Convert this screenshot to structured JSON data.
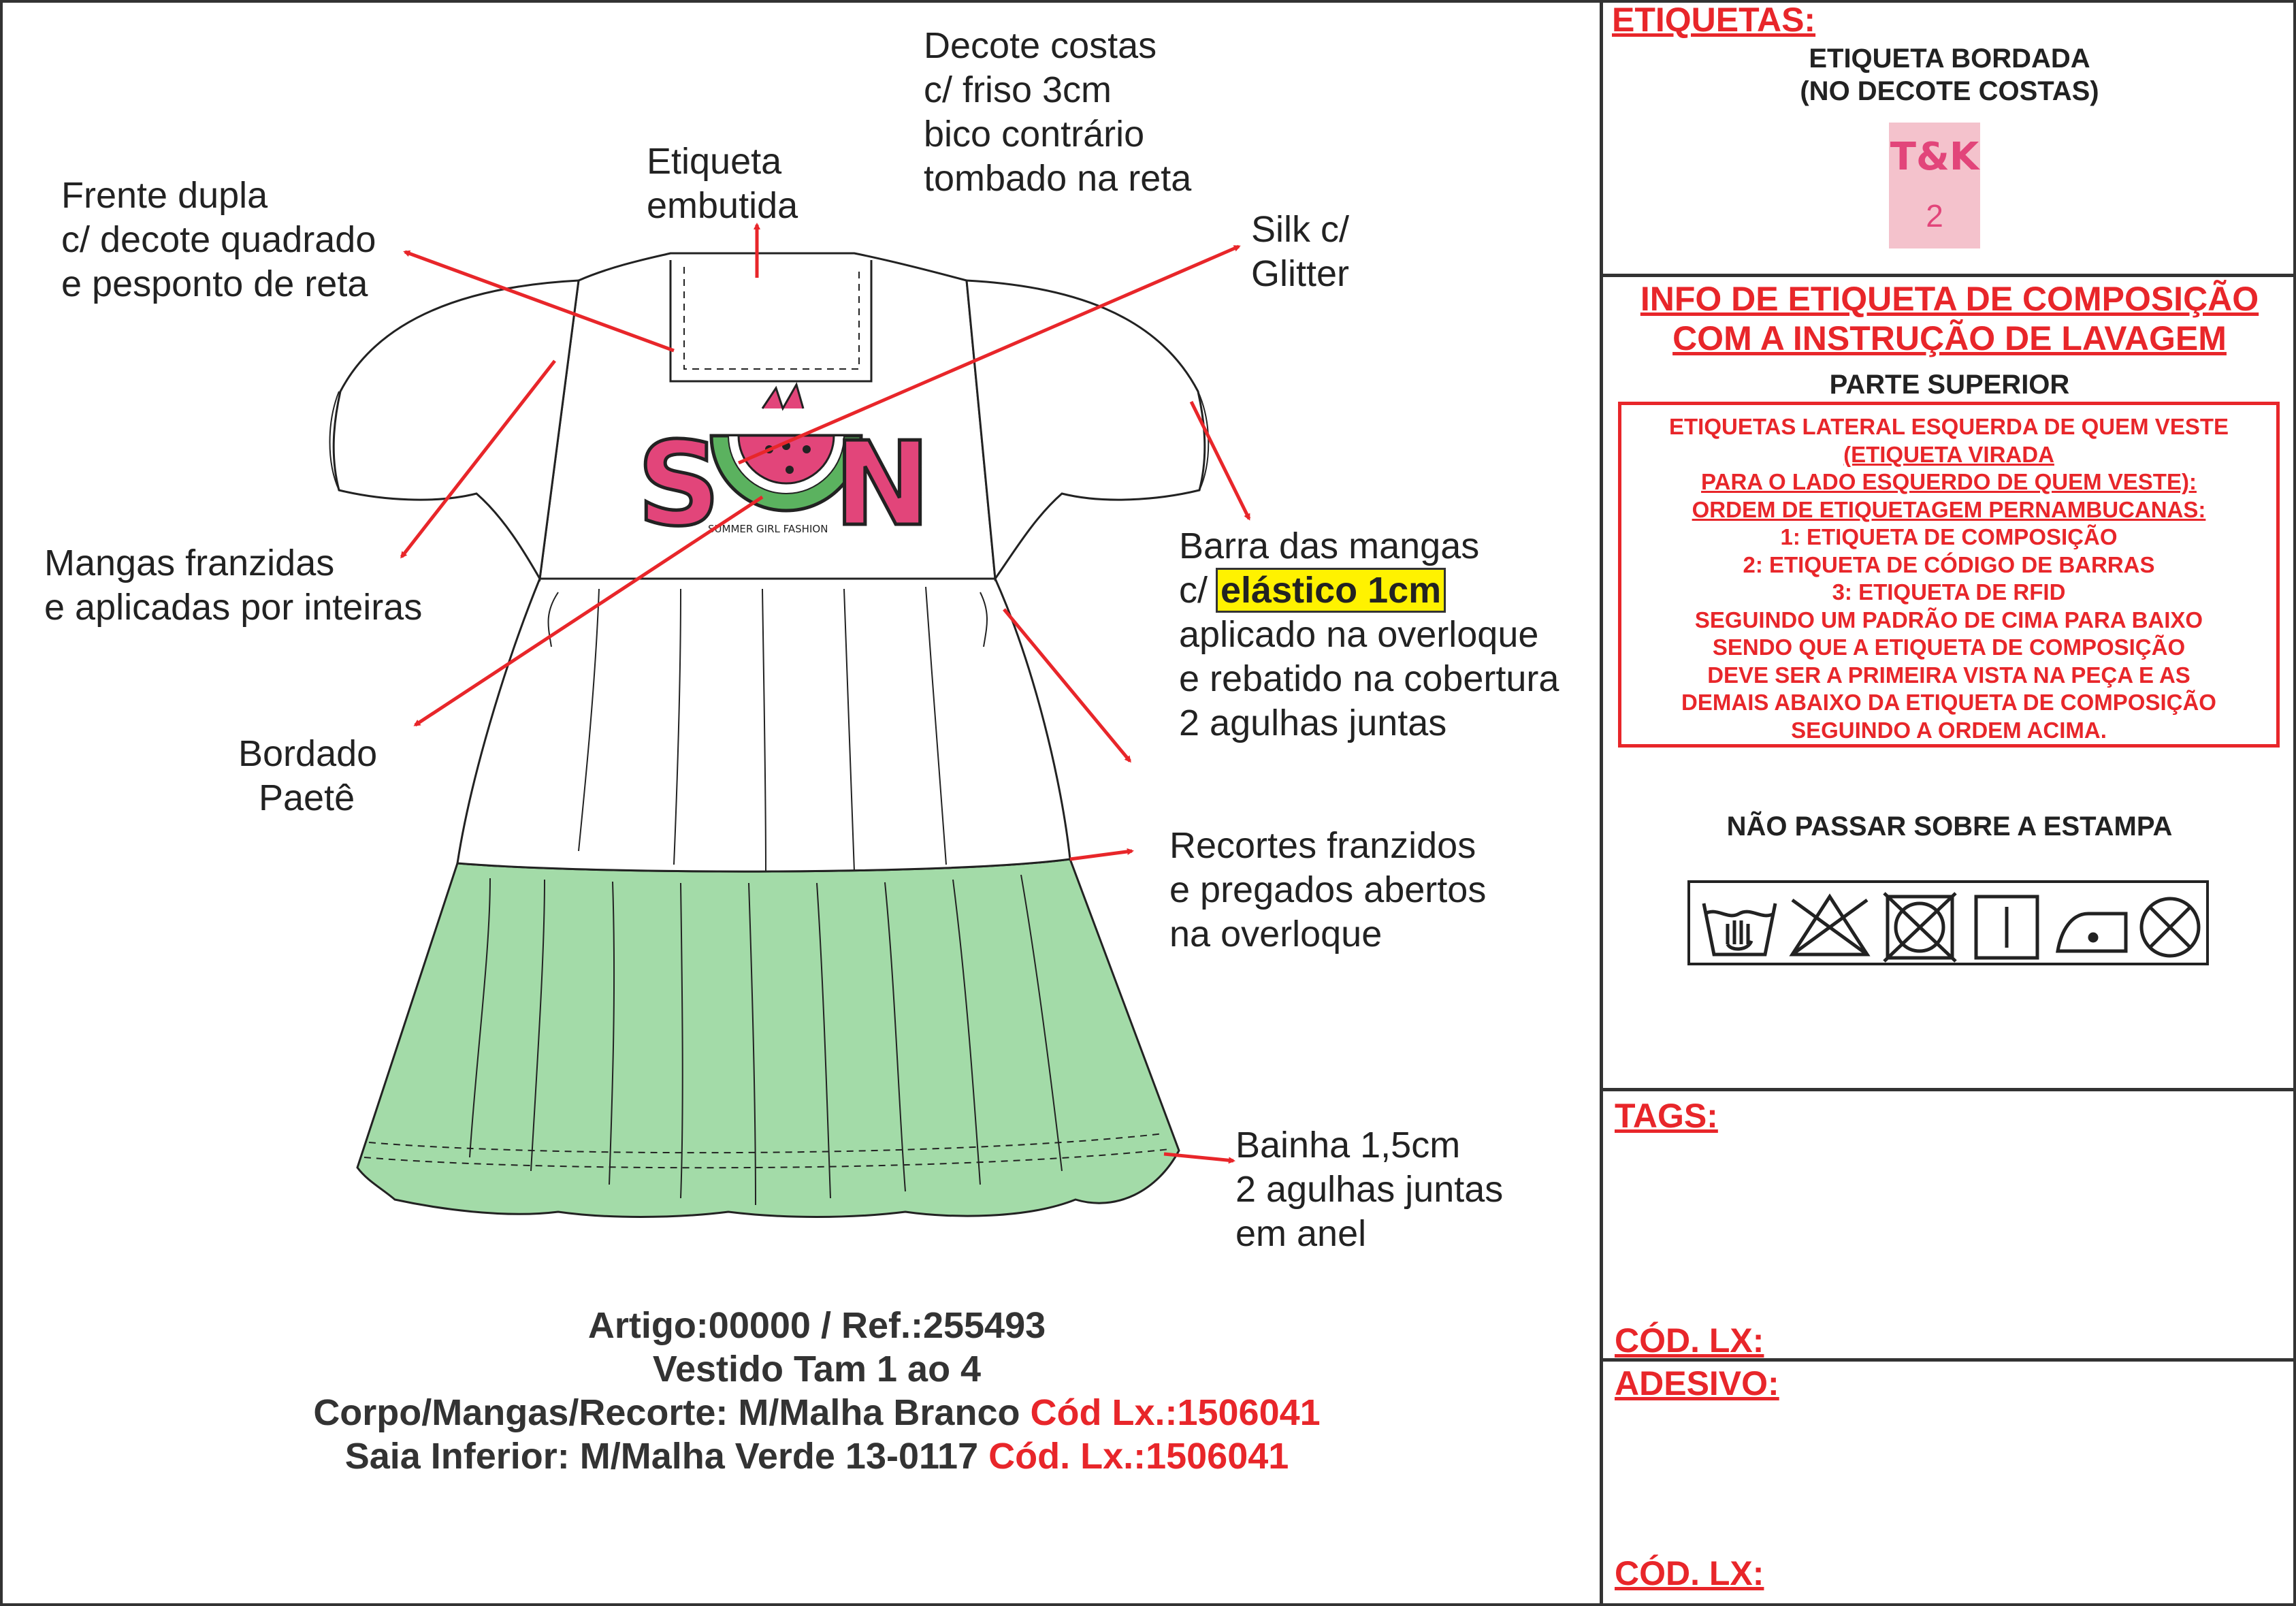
{
  "annotations": {
    "decote_costas": "Decote costas\nc/ friso 3cm\nbico contrário\ntombado na reta",
    "etiqueta_embutida": "Etiqueta\nembutida",
    "frente_dupla": "Frente dupla\nc/ decote quadrado\ne pesponto de reta",
    "silk": "Silk c/\nGlitter",
    "mangas": "Mangas franzidas\ne aplicadas por inteiras",
    "barra_line1": "Barra das mangas",
    "barra_prefix": "c/ ",
    "barra_highlight": "elástico 1cm",
    "barra_rest": "aplicado na overloque\ne rebatido na cobertura\n2 agulhas juntas",
    "bordado": "Bordado\n  Paetê",
    "recortes": "Recortes franzidos\ne pregados abertos\nna overloque",
    "bainha": "Bainha 1,5cm\n2 agulhas juntas\nem anel"
  },
  "print": {
    "word_s": "S",
    "word_n": "N",
    "tagline": "SUMMER GIRL FASHION"
  },
  "bottom": {
    "artigo": "Artigo:00000 / Ref.:255493",
    "vestido": "Vestido Tam 1 ao 4",
    "corpo": "Corpo/Mangas/Recorte: M/Malha Branco ",
    "corpo_cod": "Cód Lx.:1506041",
    "saia": "Saia Inferior: M/Malha Verde 13-0117 ",
    "saia_cod": "Cód. Lx.:1506041"
  },
  "side": {
    "etiquetas_title": "ETIQUETAS:",
    "etiqueta_bordada": "ETIQUETA BORDADA",
    "no_decote": "(NO DECOTE COSTAS)",
    "tk_logo": "T&K",
    "tk_size": "2",
    "info_title_1": "INFO DE ETIQUETA DE COMPOSIÇÃO",
    "info_title_2": "COM A INSTRUÇÃO DE LAVAGEM",
    "parte_superior": "PARTE SUPERIOR",
    "box_lines": [
      "ETIQUETAS LATERAL ESQUERDA DE QUEM VESTE",
      "(ETIQUETA VIRADA",
      "PARA O LADO ESQUERDO DE QUEM VESTE):",
      "ORDEM DE ETIQUETAGEM PERNAMBUCANAS:",
      "1: ETIQUETA DE COMPOSIÇÃO",
      "2: ETIQUETA DE CÓDIGO DE BARRAS",
      "3: ETIQUETA DE RFID",
      "SEGUINDO UM PADRÃO DE CIMA PARA BAIXO",
      "SENDO QUE A ETIQUETA DE COMPOSIÇÃO",
      "DEVE SER A PRIMEIRA VISTA NA PEÇA E AS",
      "DEMAIS ABAIXO DA ETIQUETA DE COMPOSIÇÃO",
      "SEGUINDO A ORDEM ACIMA."
    ],
    "nao_passar": "NÃO PASSAR SOBRE A ESTAMPA",
    "care_icons": [
      "hand-wash-icon",
      "no-bleach-icon",
      "no-tumble-dry-icon",
      "line-dry-icon",
      "iron-low-icon",
      "no-dry-clean-icon"
    ],
    "tags_title": "TAGS:",
    "cod_lx_1": "CÓD. LX:",
    "adesivo_title": "ADESIVO:",
    "cod_lx_2": "CÓD. LX:"
  },
  "colors": {
    "accent_red": "#e8262a",
    "skirt_green": "#a3dba8",
    "print_pink": "#e2457a",
    "highlight_yellow": "#fff200"
  }
}
